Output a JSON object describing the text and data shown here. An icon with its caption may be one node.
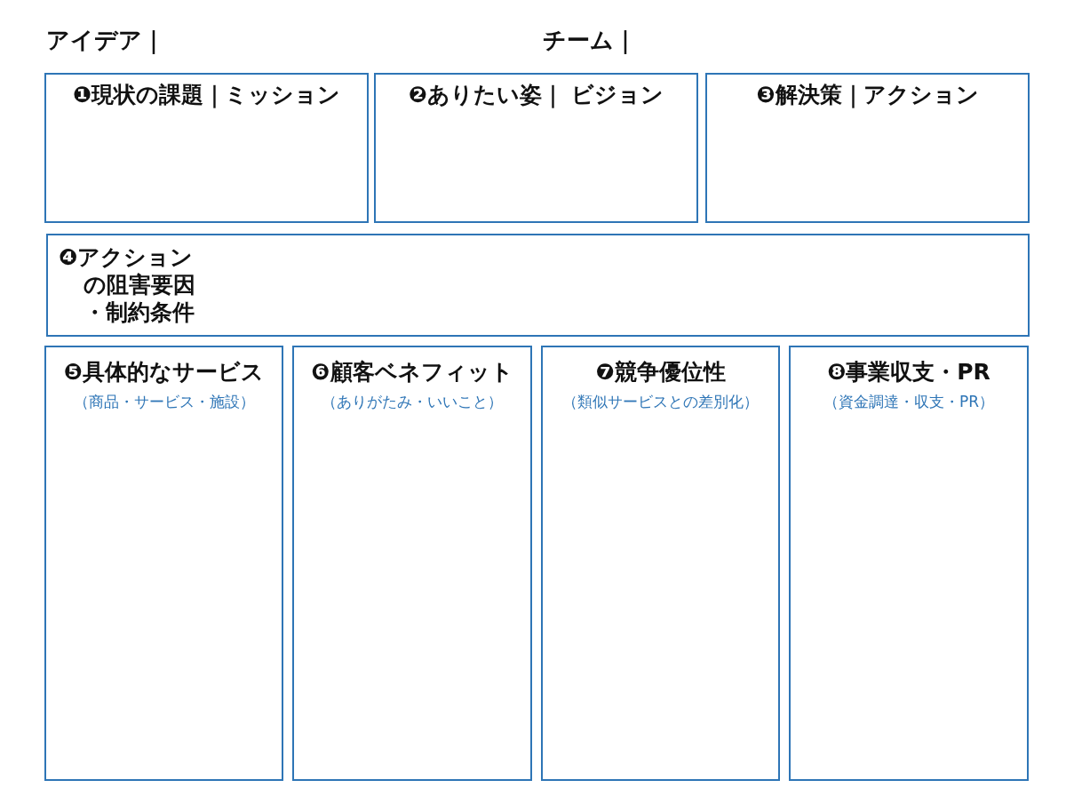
{
  "diagram": {
    "nodes": [
      {
        "text": [
          "❶現状の課題｜ミッション"
        ]
      },
      {
        "text": [
          "❷ありたい姿｜ ビジョン"
        ]
      },
      {
        "text": [
          "❸解決策｜アクション"
        ]
      },
      {
        "text": [
          "❹アクションの阻害要因・制約条件"
        ]
      },
      {
        "text": [
          "❺具体的なサービス",
          "（商品・サービス・施設）"
        ]
      },
      {
        "text": [
          "❻顧客ベネフィット",
          "（ありがたみ・いいこと）"
        ]
      },
      {
        "text": [
          "❼競争優位性",
          "（類似サービスとの差別化）"
        ]
      },
      {
        "text": [
          "❽事業収支・PR",
          "（資金調達・収支・PR）"
        ]
      }
    ],
    "labels": [
      "アイデア｜",
      "チーム｜"
    ]
  }
}
